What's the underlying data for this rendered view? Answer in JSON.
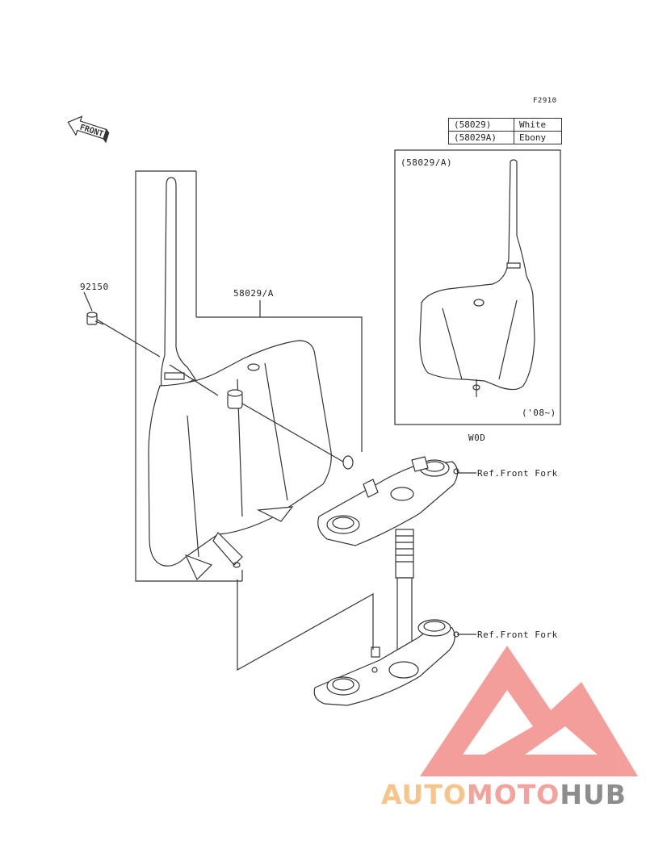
{
  "diagram": {
    "code": "F2910",
    "front_label": "FRONT",
    "labels": {
      "bolt_part": "92150",
      "plate_part": "58029/A",
      "inset_title": "(58029/A)",
      "inset_year": "('08~)",
      "region": "W0D",
      "ref_upper": "Ref.Front Fork",
      "ref_lower": "Ref.Front Fork"
    },
    "color_table": [
      {
        "code": "(58029)",
        "color": "White"
      },
      {
        "code": "(58029A)",
        "color": "Ebony"
      }
    ]
  },
  "watermark": {
    "part1": "AUTO",
    "part2": "MOTO",
    "part3": "HUB",
    "colors": {
      "auto": "#f6c58c",
      "moto": "#f4a29c",
      "hub": "#8d8d8d",
      "triangle": "#f28e8a"
    }
  }
}
